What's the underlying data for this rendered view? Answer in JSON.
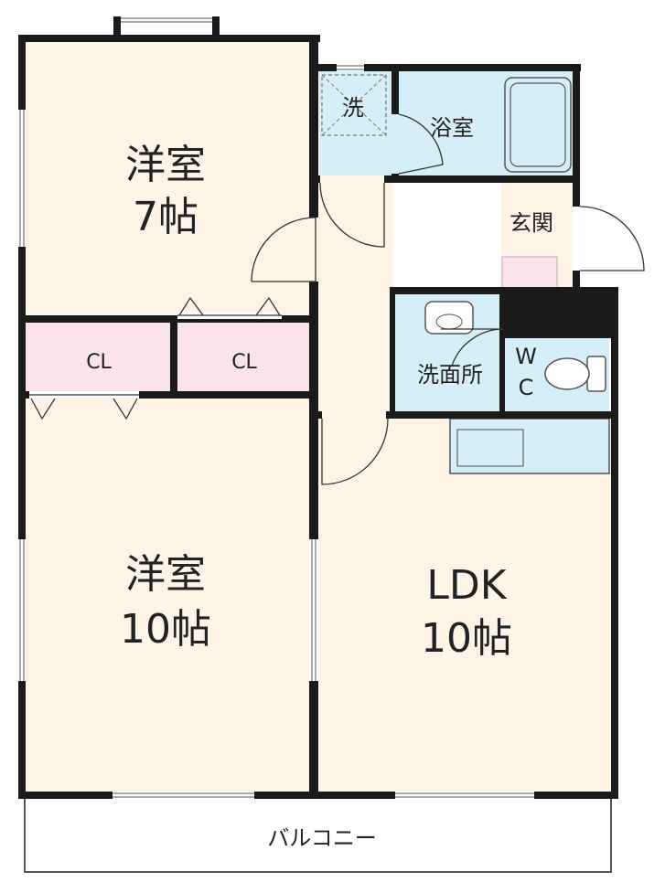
{
  "rooms": {
    "western_7": {
      "name": "洋室",
      "size": "7帖"
    },
    "western_10": {
      "name": "洋室",
      "size": "10帖"
    },
    "ldk": {
      "name": "LDK",
      "size": "10帖"
    },
    "closet_1": "CL",
    "closet_2": "CL",
    "washer": "洗",
    "bath": "浴室",
    "entrance": "玄関",
    "washroom": "洗面所",
    "wc_1": "W",
    "wc_2": "C",
    "balcony": "バルコニー"
  },
  "colors": {
    "room_floor": "#fdf4e5",
    "wet_area": "#d6eef8",
    "closet": "#fbe3ec",
    "wall": "#1a1a1a"
  }
}
